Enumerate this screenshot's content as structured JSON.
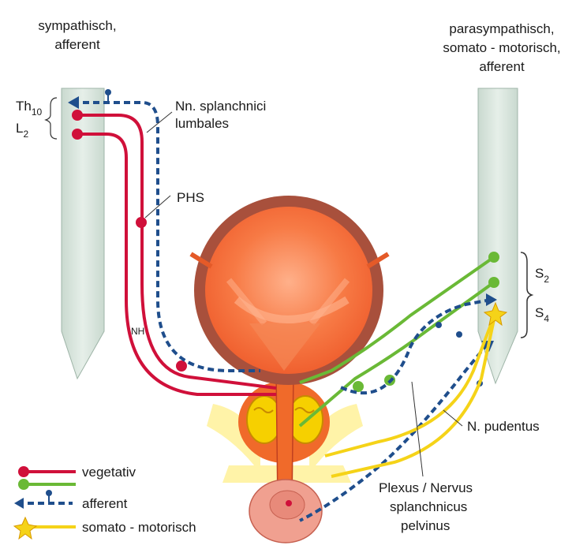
{
  "headings": {
    "left_line1": "sympathisch,",
    "left_line2": "afferent",
    "right_line1": "parasympathisch,",
    "right_line2": "somato - motorisch,",
    "right_line3": "afferent"
  },
  "segments": {
    "th_main": "Th",
    "th_sub": "10",
    "l_main": "L",
    "l_sub": "2",
    "s2_main": "S",
    "s2_sub": "2",
    "s4_main": "S",
    "s4_sub": "4"
  },
  "labels": {
    "nn_line1": "Nn. splanchnici",
    "nn_line2": "lumbales",
    "phs": "PHS",
    "nh": "NH",
    "pudentus": "N. pudentus",
    "plexus_line1": "Plexus / Nervus",
    "plexus_line2": "splanchnicus",
    "plexus_line3": "pelvinus"
  },
  "legend": [
    {
      "label": "vegetativ",
      "color": "#d0103a",
      "style": "ball"
    },
    {
      "label": "",
      "color": "#6ab936",
      "style": "ball"
    },
    {
      "label": "afferent",
      "color": "#1f4e8c",
      "style": "dashed"
    },
    {
      "label": "somato - motorisch",
      "color": "#f5d318",
      "style": "star"
    }
  ],
  "colors": {
    "sympathetic": "#d0103a",
    "parasympathetic": "#6ab936",
    "afferent": "#1f4e8c",
    "somatic": "#f5d318",
    "spinal_cord": "#d6e4dc",
    "bladder_wall": "#a8503c",
    "bladder_inner": "#f36a3a"
  }
}
